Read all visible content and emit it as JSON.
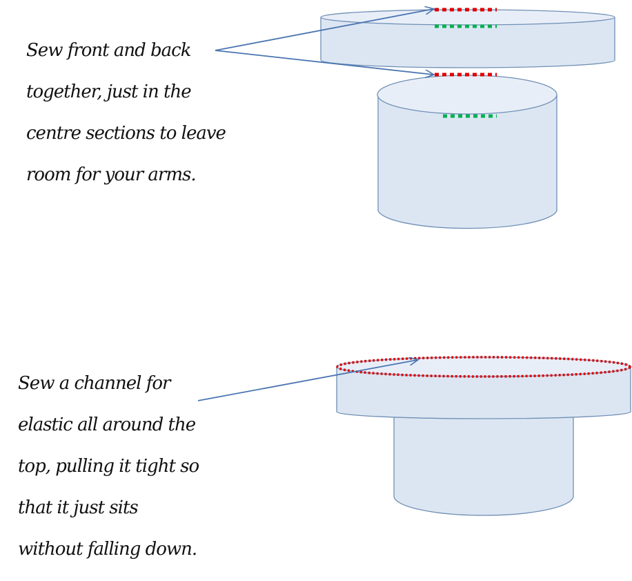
{
  "captions": {
    "top": {
      "lines": [
        "Sew front and back",
        "together, just in the",
        "centre sections to leave",
        "room for your arms."
      ]
    },
    "bottom": {
      "lines": [
        "Sew a channel for",
        "elastic all around the",
        "top, pulling it tight so",
        "that it just sits",
        "without falling down."
      ]
    }
  },
  "colors": {
    "cylinder_fill": "#dce6f2",
    "cylinder_top_fill": "#e8eef8",
    "cylinder_stroke": "#6f8fb5",
    "arrow": "#4a74b0",
    "seam_red": "#e00000",
    "seam_green": "#00b050"
  },
  "icons": {
    "cylinder": "cylinder-shape",
    "arrow": "arrow-line"
  }
}
